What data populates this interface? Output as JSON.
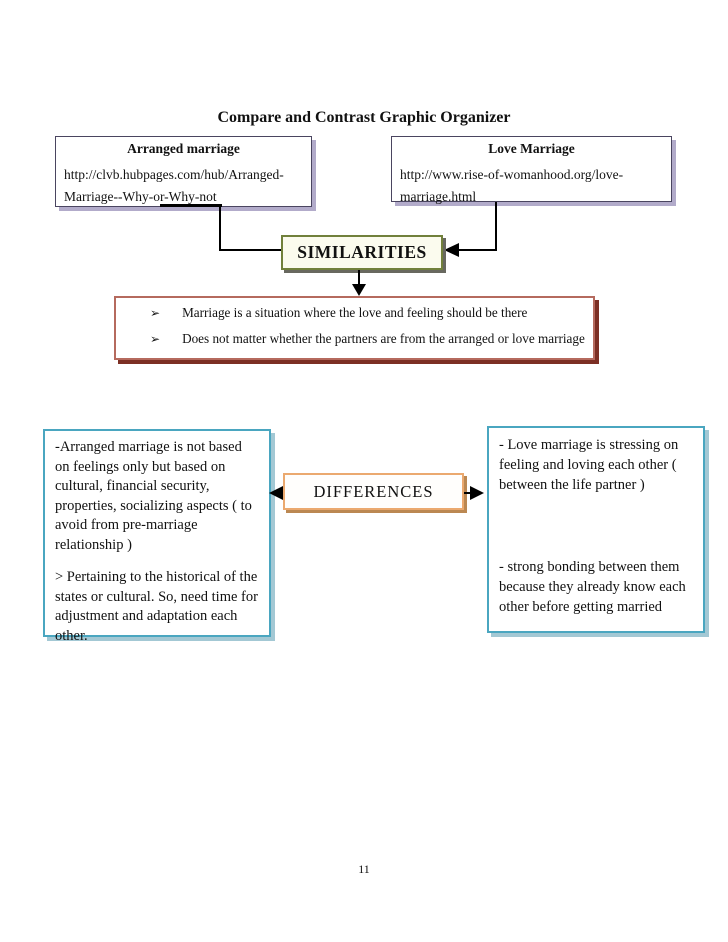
{
  "page": {
    "title": "Compare and Contrast Graphic Organizer",
    "page_number": "11"
  },
  "sources": {
    "arranged": {
      "title": "Arranged marriage",
      "url_lines": [
        "http://clvb.hubpages.com/hub/Arranged-",
        "Marriage--Why-or-Why-not"
      ]
    },
    "love": {
      "title": "Love Marriage",
      "url_lines": [
        "http://www.rise-of-womanhood.org/love-",
        "marriage.html"
      ]
    }
  },
  "similarities": {
    "label": "SIMILARITIES",
    "bullet_glyph": "➢",
    "items": [
      "Marriage is a situation where the love and feeling should be there",
      "Does not matter whether the partners are from the arranged or love marriage"
    ]
  },
  "differences": {
    "label": "DIFFERENCES",
    "arranged_points": [
      "-Arranged marriage is not based on feelings only but based on cultural, financial security, properties, socializing aspects ( to avoid from pre-marriage relationship )",
      "> Pertaining to the historical of the states or cultural. So, need time for adjustment and adaptation each other."
    ],
    "love_points": [
      "- Love marriage is stressing on feeling and loving each other ( between the life partner )",
      "- strong bonding between them because they already know each other before getting married"
    ]
  },
  "colors": {
    "source_box_border": "#4a4560",
    "source_box_shadow": "#b2abca",
    "similarities_border": "#71803b",
    "similarities_bg": "#fbfbee",
    "similarities_shadow": "#68685f",
    "bullet_box_border": "#b56a5e",
    "bullet_box_shadow": "#7c2f24",
    "differences_border": "#eba96f",
    "differences_shadow": "#bb8852",
    "side_box_border": "#4aa6c0",
    "side_box_shadow": "#a3c8d4",
    "connector": "#000000"
  }
}
